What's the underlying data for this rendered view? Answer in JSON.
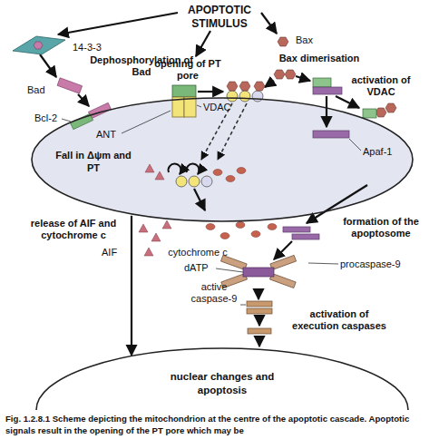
{
  "diagram": {
    "caption": "Fig. 1.2.8.1 Scheme depicting the mitochondrion at the centre of the apoptotic cascade. Apoptotic signals result in the opening of the PT pore which may be",
    "nodes": [
      {
        "text": [
          "APOPTOTIC STIMULUS"
        ]
      },
      {
        "text": [
          "Fall in Δψm and PT"
        ]
      },
      {
        "text": [
          "nuclear changes and apoptosis"
        ]
      }
    ],
    "edges": [
      {
        "from": 1,
        "to": 2,
        "arrow": "to"
      }
    ],
    "labels": [
      "14-3-3",
      "Dephosphorylation of Bad",
      "Bad",
      "opening of PT pore",
      "Bax",
      "Bax dimerisation",
      "VDAC",
      "Bcl-2",
      "ANT",
      "activation of VDAC",
      "Apaf-1",
      "release of AIF and cytochrome c",
      "AIF",
      "cytochrome c",
      "formation of the apoptosome",
      "dATP",
      "procaspase-9",
      "active caspase-9",
      "activation of execution caspases"
    ]
  }
}
